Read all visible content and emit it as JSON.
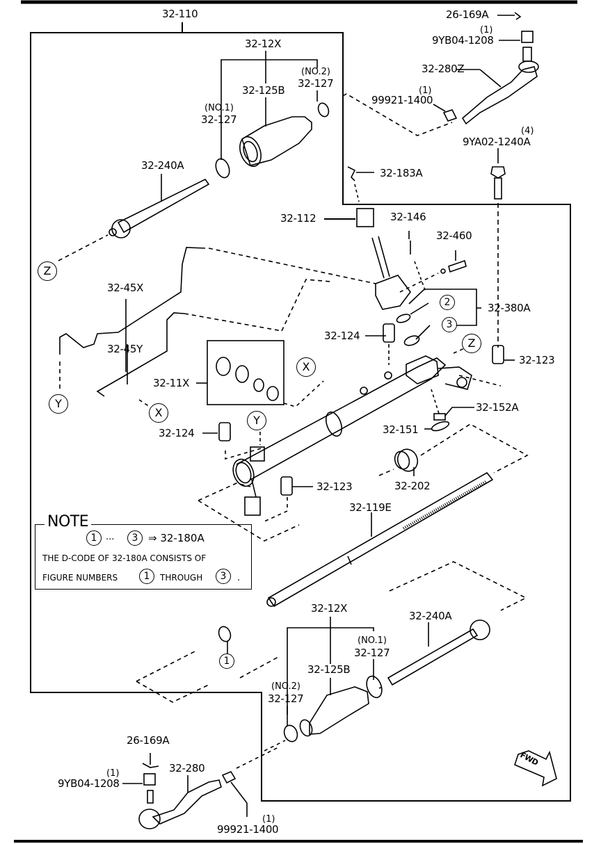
{
  "diagram": {
    "title": "Steering Gear Assembly Exploded View",
    "assembly_label": "32-110",
    "fwd_label": "FWD",
    "parts": [
      {
        "id": "p1",
        "code": "32-110"
      },
      {
        "id": "p2",
        "code": "32-12X"
      },
      {
        "id": "p3",
        "code": "32-125B"
      },
      {
        "id": "p4",
        "code": "32-127",
        "note": "(NO.2)"
      },
      {
        "id": "p5",
        "code": "32-127",
        "note": "(NO.1)"
      },
      {
        "id": "p6",
        "code": "32-240A"
      },
      {
        "id": "p7",
        "code": "26-169A"
      },
      {
        "id": "p8",
        "code": "9YB04-1208",
        "qty": "(1)"
      },
      {
        "id": "p9",
        "code": "32-280Z"
      },
      {
        "id": "p10",
        "code": "99921-1400",
        "qty": "(1)"
      },
      {
        "id": "p11",
        "code": "9YA02-1240A",
        "qty": "(4)"
      },
      {
        "id": "p12",
        "code": "32-183A"
      },
      {
        "id": "p13",
        "code": "32-112"
      },
      {
        "id": "p14",
        "code": "32-146"
      },
      {
        "id": "p15",
        "code": "32-460"
      },
      {
        "id": "p16",
        "code": "32-45X"
      },
      {
        "id": "p17",
        "code": "32-380A"
      },
      {
        "id": "p18",
        "code": "32-124"
      },
      {
        "id": "p19",
        "code": "32-123"
      },
      {
        "id": "p20",
        "code": "32-45Y"
      },
      {
        "id": "p21",
        "code": "32-11X"
      },
      {
        "id": "p22",
        "code": "32-152A"
      },
      {
        "id": "p23",
        "code": "32-124"
      },
      {
        "id": "p24",
        "code": "32-151"
      },
      {
        "id": "p25",
        "code": "32-123"
      },
      {
        "id": "p26",
        "code": "32-202"
      },
      {
        "id": "p27",
        "code": "32-119E"
      },
      {
        "id": "p28",
        "code": "32-12X"
      },
      {
        "id": "p29",
        "code": "32-240A"
      },
      {
        "id": "p30",
        "code": "32-127",
        "note": "(NO.1)"
      },
      {
        "id": "p31",
        "code": "32-125B"
      },
      {
        "id": "p32",
        "code": "32-127",
        "note": "(NO.2)"
      },
      {
        "id": "p33",
        "code": "26-169A"
      },
      {
        "id": "p34",
        "code": "32-280"
      },
      {
        "id": "p35",
        "code": "9YB04-1208",
        "qty": "(1)"
      },
      {
        "id": "p36",
        "code": "99921-1400",
        "qty": "(1)"
      }
    ],
    "callouts": {
      "z": "Z",
      "y": "Y",
      "x": "X",
      "n1": "1",
      "n2": "2",
      "n3": "3"
    },
    "note": {
      "title": "NOTE",
      "line1_from": "1",
      "line1_dots": "···",
      "line1_to": "3",
      "line1_arrow": "⇒ 32-180A",
      "line2": "THE D-CODE OF 32-180A  CONSISTS OF",
      "line3_pre": "FIGURE NUMBERS",
      "line3_from": "1",
      "line3_mid": "THROUGH",
      "line3_to": "3",
      "line3_end": "."
    }
  }
}
